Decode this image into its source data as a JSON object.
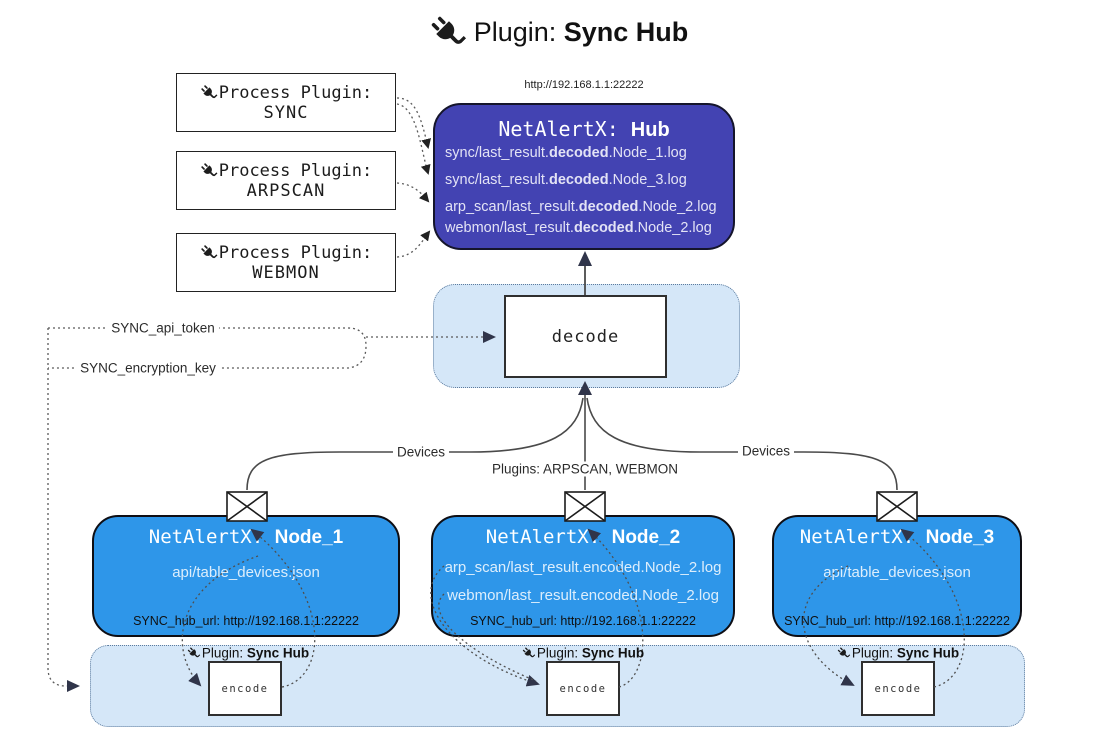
{
  "title": {
    "prefix": "Plugin: ",
    "bold": "Sync Hub"
  },
  "hub": {
    "url_label": "http://192.168.1.1:22222",
    "title_prefix": "NetAlertX: ",
    "title_bold": "Hub",
    "log_lines": [
      {
        "prefix": "sync/last_result.",
        "bold": "decoded",
        "suffix": ".Node_1.log"
      },
      {
        "prefix": "sync/last_result.",
        "bold": "decoded",
        "suffix": ".Node_3.log"
      },
      {
        "prefix": "arp_scan/last_result.",
        "bold": "decoded",
        "suffix": ".Node_2.log"
      },
      {
        "prefix": "webmon/last_result.",
        "bold": "decoded",
        "suffix": ".Node_2.log"
      }
    ]
  },
  "process_plugins": [
    {
      "line1": "Process Plugin:",
      "line2": "SYNC"
    },
    {
      "line1": "Process Plugin:",
      "line2": "ARPSCAN"
    },
    {
      "line1": "Process Plugin:",
      "line2": "WEBMON"
    }
  ],
  "decode": {
    "label": "decode"
  },
  "tokens": {
    "api_token": "SYNC_api_token",
    "encryption_key": "SYNC_encryption_key"
  },
  "edges": {
    "devices_left": "Devices",
    "devices_right": "Devices",
    "plugins_mid": "Plugins: ARPSCAN, WEBMON"
  },
  "nodes": [
    {
      "title_prefix": "NetAlertX: ",
      "title_bold": "Node_1",
      "lines": [
        "api/table_devices.json"
      ],
      "hub_url": "SYNC_hub_url: http://192.168.1.1:22222"
    },
    {
      "title_prefix": "NetAlertX: ",
      "title_bold": "Node_2",
      "lines": [
        "arp_scan/last_result.encoded.Node_2.log",
        "webmon/last_result.encoded.Node_2.log"
      ],
      "hub_url": "SYNC_hub_url: http://192.168.1.1:22222"
    },
    {
      "title_prefix": "NetAlertX: ",
      "title_bold": "Node_3",
      "lines": [
        "api/table_devices.json"
      ],
      "hub_url": "SYNC_hub_url: http://192.168.1.1:22222"
    }
  ],
  "sync_band": {
    "plugin_label_prefix": "Plugin: ",
    "plugin_label_bold": "Sync Hub",
    "encode_label": "encode"
  },
  "colors": {
    "hub_fill": "#4343b2",
    "node_fill": "#2e96e9",
    "band_fill": "#d5e7f8",
    "band_border": "#5d7b9d",
    "hub_text": "#e3e3f5",
    "node_text": "#ddeefc",
    "connector": "#555555",
    "arrow_dark": "#3c4250"
  }
}
